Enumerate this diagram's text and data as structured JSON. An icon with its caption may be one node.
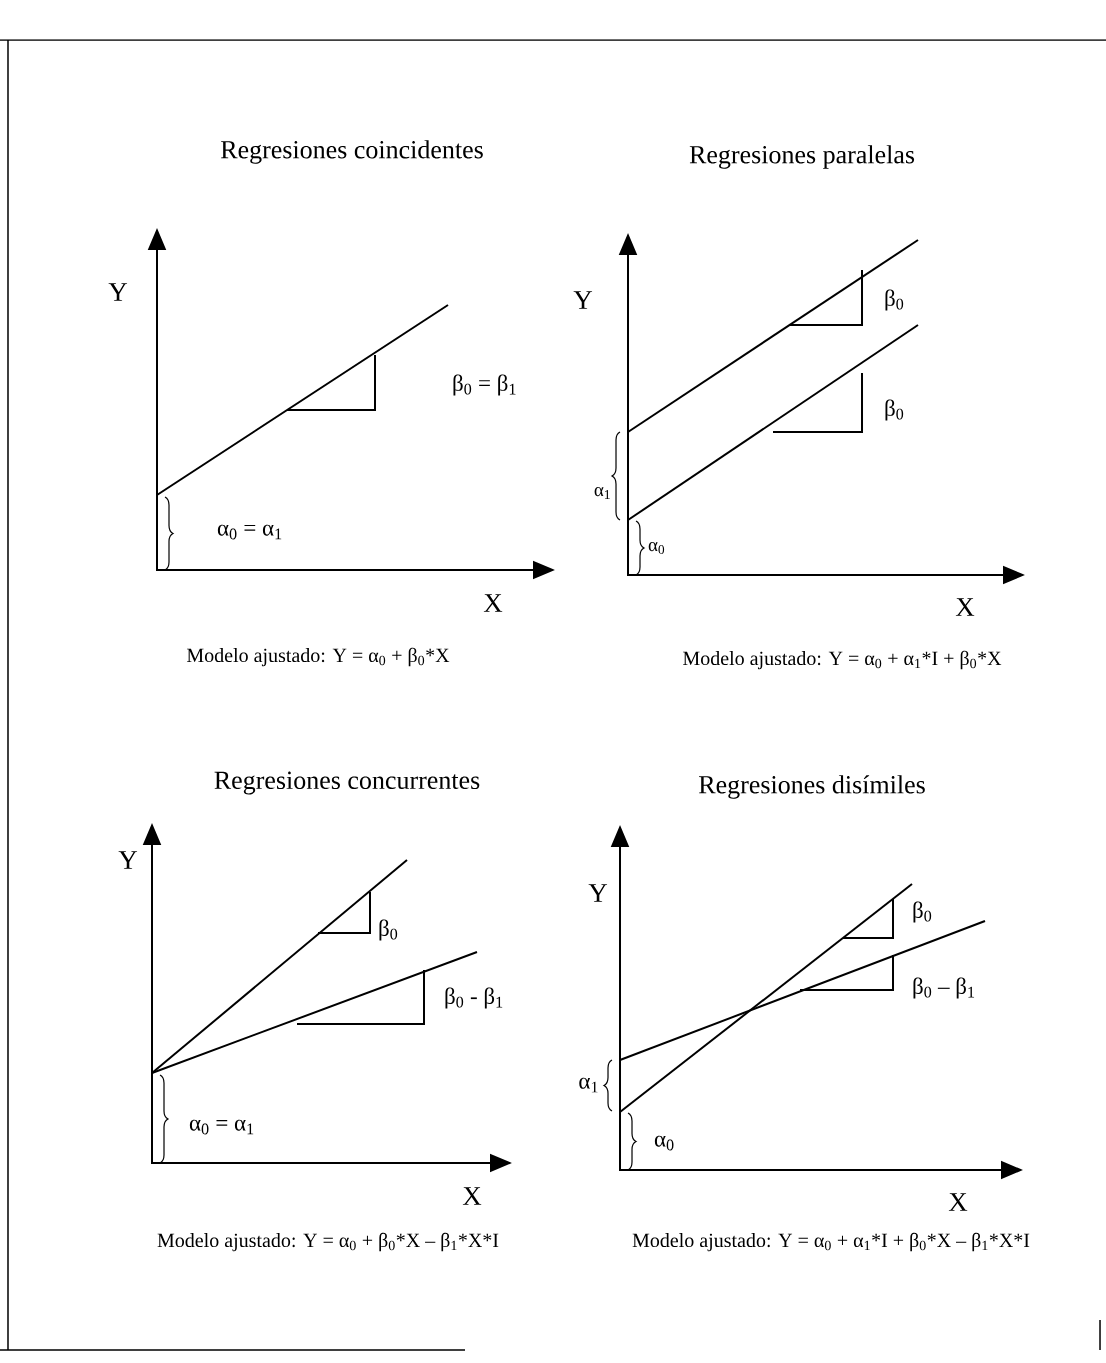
{
  "diagram": {
    "labels": [
      "Regresiones coincidentes",
      "Y",
      "β$_{0}$ = β$_{1}$",
      "α$_{0}$ = α$_{1}$",
      "X",
      "Modelo ajustado: Y = α$_{0}$ + β$_{0}$*X",
      "Regresiones paralelas",
      "Y",
      "β$_{0}$",
      "β$_{0}$",
      "α$_{1}$",
      "α$_{0}$",
      "X",
      "Modelo ajustado: Y = α$_{0}$ + α$_{1}$*I + β$_{0}$*X",
      "Regresiones concurrentes",
      "Y",
      "β$_{0}$",
      "β$_{0}$ - β$_{1}$",
      "α$_{0}$ = α$_{1}$",
      "X",
      "Modelo ajustado: Y = α$_{0}$ + β$_{0}$*X – β$_{1}$*X*I",
      "Regresiones disímiles",
      "Y",
      "β$_{0}$",
      "β$_{0}$ – β$_{1}$",
      "α$_{1}$",
      "α$_{0}$",
      "X",
      "Modelo ajustado: Y = α$_{0}$ + α$_{1}$*I + β$_{0}$*X – β$_{1}$*X*I"
    ]
  }
}
